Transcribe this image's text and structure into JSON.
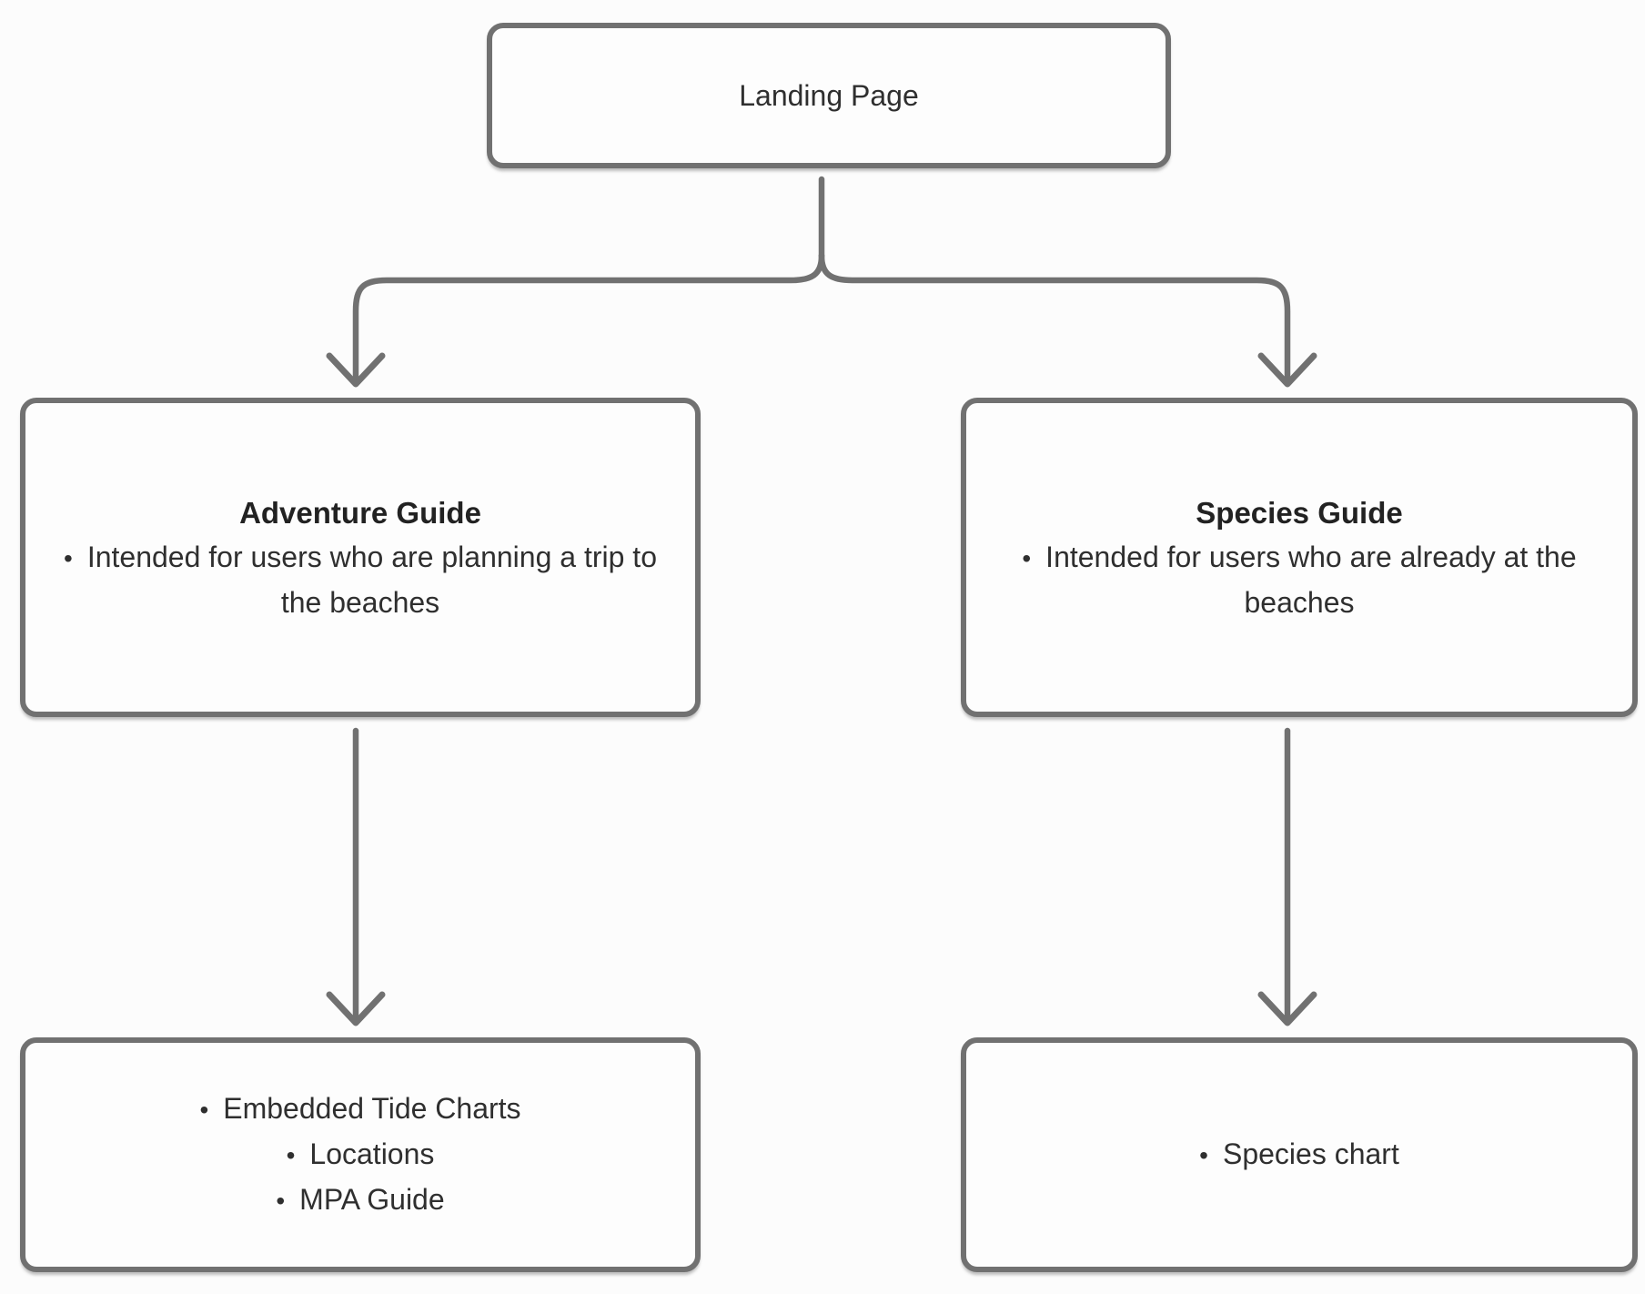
{
  "diagram": {
    "background": "#fcfcfc",
    "line_color": "#717171",
    "text_color": "#2f2f2f",
    "bullet_char": "•",
    "root": {
      "label": "Landing Page"
    },
    "branches": [
      {
        "title": "Adventure Guide",
        "description": "Intended for users who are planning a trip to the beaches",
        "children": [
          "Embedded Tide Charts",
          "Locations",
          "MPA Guide"
        ]
      },
      {
        "title": "Species Guide",
        "description": "Intended for users who are already at the beaches",
        "children": [
          "Species chart"
        ]
      }
    ]
  }
}
